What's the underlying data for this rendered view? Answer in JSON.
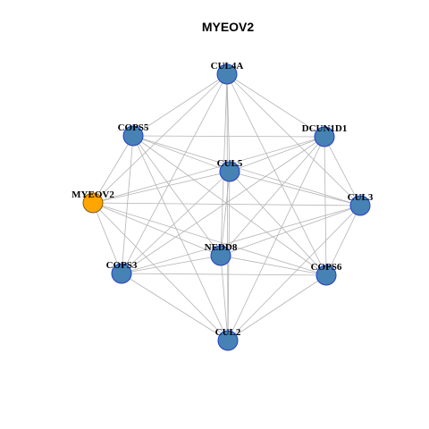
{
  "title": "MYEOV2",
  "colors": {
    "background": "#ffffff",
    "edge": "#b4b4b4",
    "node_fill": "#4682b4",
    "node_stroke": "#1f3fd1",
    "highlight_fill": "#ffa500",
    "highlight_stroke": "#8a5a00"
  },
  "nodes": [
    {
      "id": "CUL4A",
      "label": "CUL4A",
      "highlight": false
    },
    {
      "id": "COPS5",
      "label": "COPS5",
      "highlight": false
    },
    {
      "id": "DCUN1D1",
      "label": "DCUN1D1",
      "highlight": false
    },
    {
      "id": "CUL5",
      "label": "CUL5",
      "highlight": false
    },
    {
      "id": "MYEOV2",
      "label": "MYEOV2",
      "highlight": true
    },
    {
      "id": "CUL3",
      "label": "CUL3",
      "highlight": false
    },
    {
      "id": "NEDD8",
      "label": "NEDD8",
      "highlight": false
    },
    {
      "id": "COPS3",
      "label": "COPS3",
      "highlight": false
    },
    {
      "id": "COPS6",
      "label": "COPS6",
      "highlight": false
    },
    {
      "id": "CUL2",
      "label": "CUL2",
      "highlight": false
    }
  ],
  "edges": [
    [
      "CUL4A",
      "COPS5"
    ],
    [
      "CUL4A",
      "DCUN1D1"
    ],
    [
      "CUL4A",
      "CUL5"
    ],
    [
      "CUL4A",
      "CUL3"
    ],
    [
      "CUL4A",
      "NEDD8"
    ],
    [
      "CUL4A",
      "COPS3"
    ],
    [
      "CUL4A",
      "COPS6"
    ],
    [
      "CUL4A",
      "CUL2"
    ],
    [
      "CUL4A",
      "MYEOV2"
    ],
    [
      "COPS5",
      "DCUN1D1"
    ],
    [
      "COPS5",
      "CUL5"
    ],
    [
      "COPS5",
      "CUL3"
    ],
    [
      "COPS5",
      "NEDD8"
    ],
    [
      "COPS5",
      "COPS3"
    ],
    [
      "COPS5",
      "COPS6"
    ],
    [
      "COPS5",
      "CUL2"
    ],
    [
      "COPS5",
      "MYEOV2"
    ],
    [
      "DCUN1D1",
      "CUL5"
    ],
    [
      "DCUN1D1",
      "CUL3"
    ],
    [
      "DCUN1D1",
      "NEDD8"
    ],
    [
      "DCUN1D1",
      "COPS3"
    ],
    [
      "DCUN1D1",
      "COPS6"
    ],
    [
      "DCUN1D1",
      "CUL2"
    ],
    [
      "DCUN1D1",
      "MYEOV2"
    ],
    [
      "CUL5",
      "CUL3"
    ],
    [
      "CUL5",
      "NEDD8"
    ],
    [
      "CUL5",
      "COPS3"
    ],
    [
      "CUL5",
      "COPS6"
    ],
    [
      "CUL5",
      "CUL2"
    ],
    [
      "CUL5",
      "MYEOV2"
    ],
    [
      "MYEOV2",
      "CUL3"
    ],
    [
      "MYEOV2",
      "NEDD8"
    ],
    [
      "MYEOV2",
      "COPS3"
    ],
    [
      "MYEOV2",
      "COPS6"
    ],
    [
      "MYEOV2",
      "CUL2"
    ],
    [
      "CUL3",
      "NEDD8"
    ],
    [
      "CUL3",
      "COPS3"
    ],
    [
      "CUL3",
      "COPS6"
    ],
    [
      "CUL3",
      "CUL2"
    ],
    [
      "NEDD8",
      "COPS3"
    ],
    [
      "NEDD8",
      "COPS6"
    ],
    [
      "NEDD8",
      "CUL2"
    ],
    [
      "COPS3",
      "COPS6"
    ],
    [
      "COPS3",
      "CUL2"
    ],
    [
      "COPS6",
      "CUL2"
    ]
  ]
}
